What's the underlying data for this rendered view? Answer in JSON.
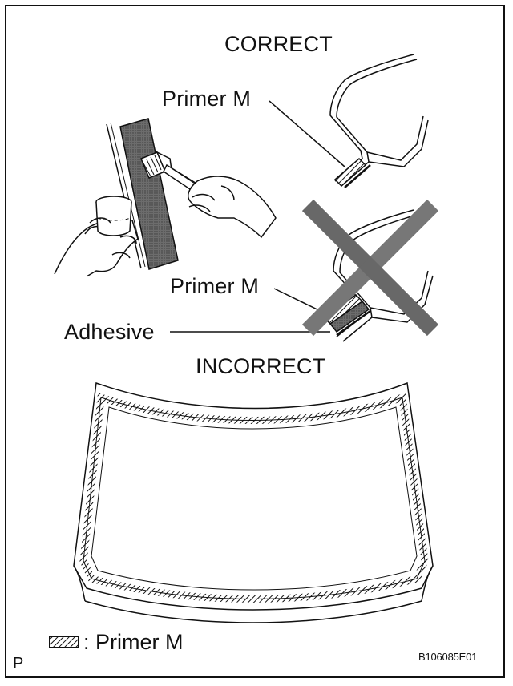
{
  "labels": {
    "correct": "CORRECT",
    "primer_m_correct": "Primer M",
    "primer_m_incorrect": "Primer M",
    "adhesive": "Adhesive",
    "incorrect": "INCORRECT"
  },
  "legend": {
    "text": ": Primer M"
  },
  "footer": {
    "corner_mark": "P",
    "figure_code": "B106085E01"
  }
}
